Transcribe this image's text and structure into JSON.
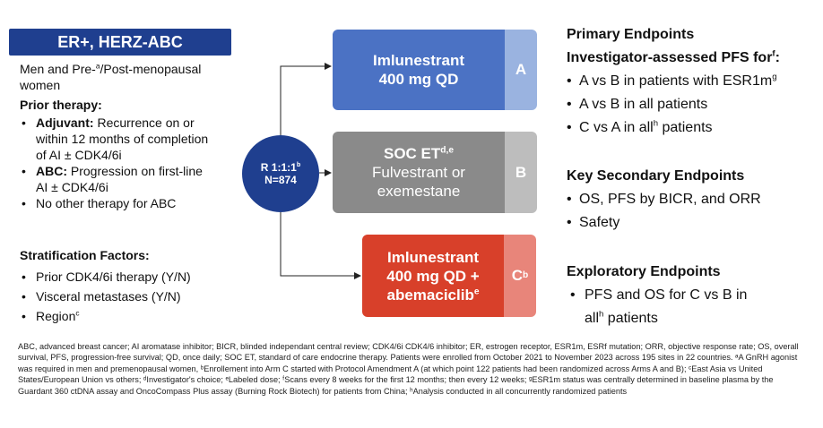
{
  "population": {
    "header": "ER+, HERZ-ABC",
    "desc_line1_pre": "Men and Pre-",
    "desc_line1_sup": "a",
    "desc_line1_post": "/Post-menopausal",
    "desc_line2": "women"
  },
  "prior_therapy": {
    "title": "Prior therapy:",
    "items": [
      {
        "label": "Adjuvant:",
        "text1": " Recurrence on or",
        "text2": "within 12 months of completion",
        "text3": "of AI ± CDK4/6i"
      },
      {
        "label": "ABC:",
        "text1": " Progression on first-line",
        "text2": "AI ± CDK4/6i"
      },
      {
        "text1": "No other therapy for ABC"
      }
    ]
  },
  "stratification": {
    "title": "Stratification Factors:",
    "items": [
      "Prior CDK4/6i therapy (Y/N)",
      "Visceral metastases (Y/N)",
      "Region"
    ],
    "region_sup": "c"
  },
  "randomization": {
    "ratio": "R 1:1:1",
    "ratio_sup": "b",
    "n": "N=874"
  },
  "arms": {
    "a": {
      "line1": "Imlunestrant",
      "line2": "400 mg QD",
      "tag": "A"
    },
    "b": {
      "line1": "SOC ET",
      "line1_sup": "d,e",
      "line2": "Fulvestrant or",
      "line3": "exemestane",
      "tag": "B"
    },
    "c": {
      "line1": "Imlunestrant",
      "line2": "400 mg QD +",
      "line3": "abemaciclib",
      "line3_sup": "e",
      "tag": "C",
      "tag_sup": "b"
    }
  },
  "endpoints": {
    "primary_title": "Primary Endpoints",
    "primary_sub": "Investigator-assessed PFS for",
    "primary_sub_sup": "f",
    "primary_sub_end": ":",
    "primary_items": [
      {
        "text": "A vs B in patients with ESR1m",
        "sup": "g"
      },
      {
        "text": "A vs B in all patients"
      },
      {
        "text": "C vs A in all",
        "sup": "h",
        "tail": " patients"
      }
    ],
    "secondary_title": "Key Secondary Endpoints",
    "secondary_items": [
      "OS, PFS by BICR, and ORR",
      "Safety"
    ],
    "exploratory_title": "Exploratory Endpoints",
    "exploratory_line1": "PFS and OS for C vs B in",
    "exploratory_line2_pre": "all",
    "exploratory_line2_sup": "h",
    "exploratory_line2_post": " patients"
  },
  "footnote": "ABC, advanced breast cancer; AI aromatase inhibitor; BICR, blinded independant central review; CDK4/6i CDK4/6 inhibitor; ER, estrogen receptor, ESR1m, ESRf mutation; ORR, objective response rate; OS, overall survival, PFS, progression-free survival; QD, once daily; SOC ET, standard of care endocrine therapy. Patients were enrolled from October 2021 to November 2023 across 195 sites in 22 countries. ᵃA GnRH agonist was required in men and premenopausal women, ᵇEnrollement into Arm C started with Protocol Amendment A (at which point 122 patients had been randomized across Arms A and B); ᶜEast Asia vs United States/European Union vs others; ᵈInvestigator's choice; ᵉLabeled dose; ᶠScans every 8 weeks for the first 12 months; then every 12 weeks; ᵍESR1m status was centrally determined in baseline plasma by the Guardant 360 ctDNA assay and OncoCompass Plus assay (Burning Rock Biotech) for patients from China; ʰAnalysis conducted in all concurrently randomized patients"
}
